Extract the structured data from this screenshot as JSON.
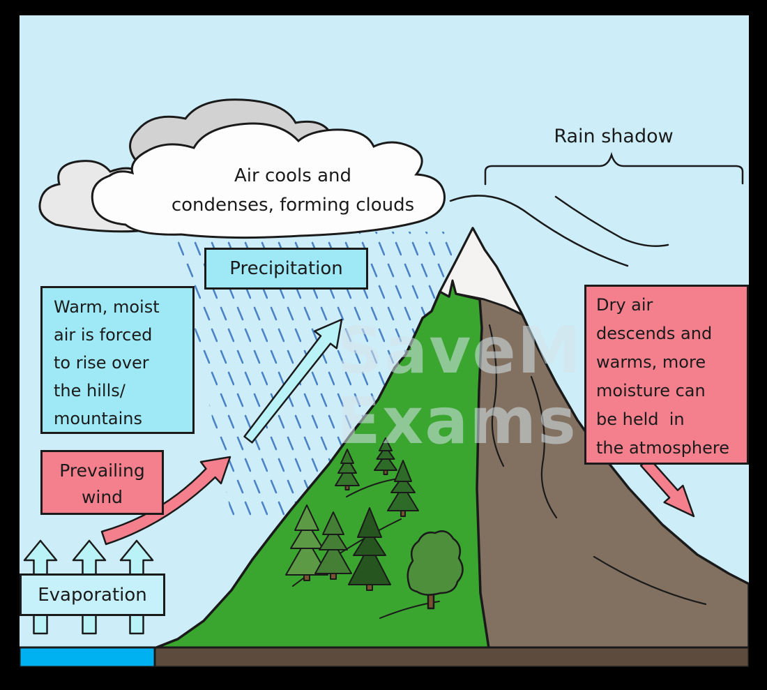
{
  "labels": {
    "cloud": "Air cools and\ncondenses, forming clouds",
    "rain_shadow": "Rain shadow",
    "precipitation": "Precipitation",
    "warm_moist": "Warm, moist\nair is forced\nto rise over\nthe hills/\nmountains",
    "prevailing_wind": "Prevailing\nwind",
    "evaporation": "Evaporation",
    "dry_air": "Dry air\ndescends and\nwarms, more\nmoisture can\nbe held  in\nthe atmosphere",
    "watermark": "SaveMy\nExams"
  },
  "colors": {
    "frame": "#000000",
    "sky": "#cdeef9",
    "cyan_box": "#9fe8f6",
    "cyan_box_light": "#c6f1fa",
    "pink_box": "#f4808e",
    "green_hill": "#3aa52f",
    "brown_mountain": "#827060",
    "soil_strip": "#5d4b3e",
    "water": "#00b1f1",
    "rain_dash": "#4a82c6",
    "cyan_arrow": "#b9f3f7",
    "snow_cap": "#f4f3f1",
    "cloud_white": "#fdfdfd",
    "cloud_gray": "#d2d2d2",
    "cloud_gray_light": "#e9e9e9",
    "tree_dark_green": "#27551f",
    "outline": "#1a1a1a"
  }
}
